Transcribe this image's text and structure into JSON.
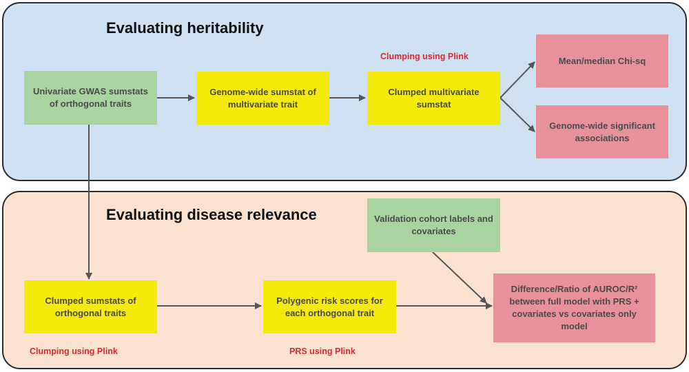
{
  "panels": {
    "heritability": {
      "title": "Evaluating heritability"
    },
    "disease": {
      "title": "Evaluating disease relevance"
    }
  },
  "boxes": {
    "univariate_gwas": "Univariate GWAS sumstats of orthogonal traits",
    "genome_wide_sumstat": "Genome-wide sumstat of multivariate trait",
    "clumped_multivariate": "Clumped multivariate sumstat",
    "mean_median_chisq": "Mean/median Chi-sq",
    "genome_wide_significant": "Genome-wide significant associations",
    "validation_cohort": "Validation cohort labels and covariates",
    "clumped_orthogonal": "Clumped sumstats of orthogonal traits",
    "polygenic_risk_scores": "Polygenic risk scores for each orthogonal trait",
    "difference_ratio": "Difference/Ratio of AUROC/R² between full model with PRS + covariates vs covariates only model"
  },
  "notes": {
    "clumping_top": "Clumping using Plink",
    "clumping_bottom": "Clumping using Plink",
    "prs_plink": "PRS using Plink"
  },
  "colors": {
    "panel_top": "#cfe0f2",
    "panel_bottom": "#fbe1cf",
    "input_box": "#a9d4a1",
    "process_box": "#f5eb0a",
    "output_box": "#e8919b",
    "note_text": "#e0262f",
    "arrow": "#555555"
  }
}
